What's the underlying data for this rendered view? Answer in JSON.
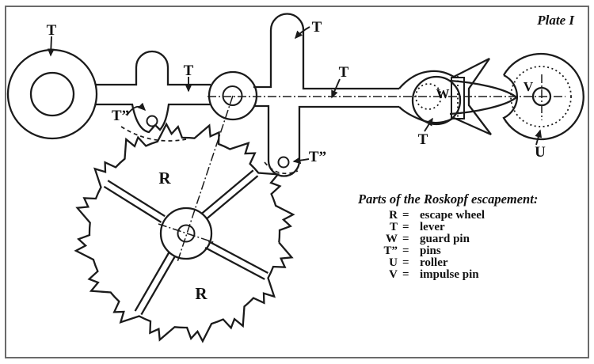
{
  "plate_label": "Plate I",
  "diagram_labels": {
    "lever_ring": "T",
    "lever_arm": "T",
    "lever_lobe": "T",
    "lever_shaft": "T",
    "lever_fork": "T",
    "pin_upper": "T”",
    "pin_lower": "T”",
    "guard_pin": "W",
    "impulse_pin": "V",
    "roller": "U",
    "escape_wheel_1": "R",
    "escape_wheel_2": "R"
  },
  "legend": {
    "title": "Parts of the Roskopf escapement:",
    "eq": "=",
    "rows": [
      {
        "symbol": "R",
        "desc": "escape wheel"
      },
      {
        "symbol": "T",
        "desc": "lever"
      },
      {
        "symbol": "W",
        "desc": "guard pin"
      },
      {
        "symbol": "T”",
        "desc": "pins"
      },
      {
        "symbol": "U",
        "desc": "roller"
      },
      {
        "symbol": "V",
        "desc": "impulse pin"
      }
    ]
  },
  "colors": {
    "ink": "#1b1b1b",
    "frame": "#6a6a6a",
    "paper": "#ffffff"
  }
}
